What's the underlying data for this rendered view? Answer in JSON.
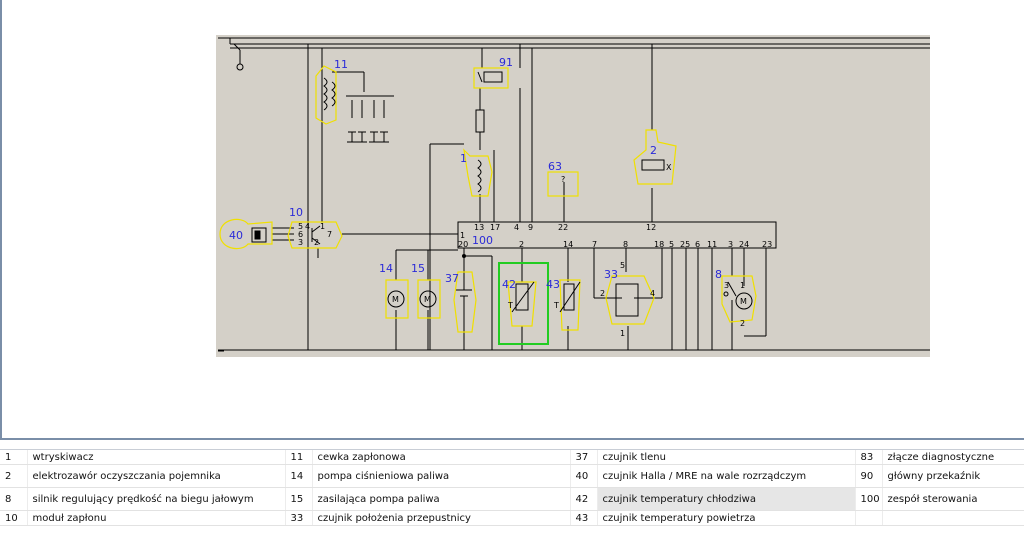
{
  "colors": {
    "panel": "#d4d0c8",
    "wire": "#000000",
    "component_outline": "#f0e000",
    "component_label": "#2a2ad8",
    "selected_highlight": "#22cc22"
  },
  "diagram": {
    "component_labels": {
      "c11": "11",
      "c91": "91",
      "c63": "63",
      "c2": "2",
      "c1": "1",
      "c10": "10",
      "c40": "40",
      "c100": "100",
      "c14": "14",
      "c15": "15",
      "c37": "37",
      "c42": "42",
      "c43": "43",
      "c33": "33",
      "c8": "8"
    },
    "pin_labels": {
      "p13": "13",
      "p17": "17",
      "p4": "4",
      "p9": "9",
      "p22": "22",
      "p12": "12",
      "p1": "1",
      "p20": "20",
      "p2": "2",
      "p14": "14",
      "p7": "7",
      "p8": "8",
      "p18": "18",
      "p5": "5",
      "p25": "25",
      "p6": "6",
      "p11": "11",
      "p3": "3",
      "p24": "24",
      "p23": "23",
      "i10_5": "5",
      "i10_4": "4",
      "i10_6": "6",
      "i10_3": "3",
      "i10_2": "2",
      "i10_1": "1",
      "i10_7": "7",
      "i33_5": "5",
      "i33_2": "2",
      "i33_4": "4",
      "i33_1": "1",
      "i8_3": "3",
      "i8_1": "1",
      "i8_2": "2",
      "m14": "M",
      "m15": "M",
      "m8": "M",
      "q63": "?",
      "x2": "X",
      "t42": "T",
      "t43": "T"
    }
  },
  "legend": {
    "rows": [
      [
        [
          "1",
          "wtryskiwacz"
        ],
        [
          "11",
          "cewka zapłonowa"
        ],
        [
          "37",
          "czujnik tlenu"
        ],
        [
          "83",
          "złącze diagnostyczne"
        ]
      ],
      [
        [
          "2",
          "elektrozawór oczyszczania pojemnika"
        ],
        [
          "14",
          "pompa ciśnieniowa paliwa"
        ],
        [
          "40",
          "czujnik Halla / MRE na wale rozrządczym"
        ],
        [
          "90",
          "główny przekaźnik"
        ]
      ],
      [
        [
          "8",
          "silnik regulujący prędkość na biegu jałowym"
        ],
        [
          "15",
          "zasilająca pompa paliwa"
        ],
        [
          "42",
          "czujnik temperatury chłodziwa"
        ],
        [
          "100",
          "zespół sterowania"
        ]
      ],
      [
        [
          "10",
          "moduł zapłonu"
        ],
        [
          "33",
          "czujnik położenia przepustnicy"
        ],
        [
          "43",
          "czujnik temperatury powietrza"
        ],
        [
          "",
          ""
        ]
      ]
    ]
  }
}
